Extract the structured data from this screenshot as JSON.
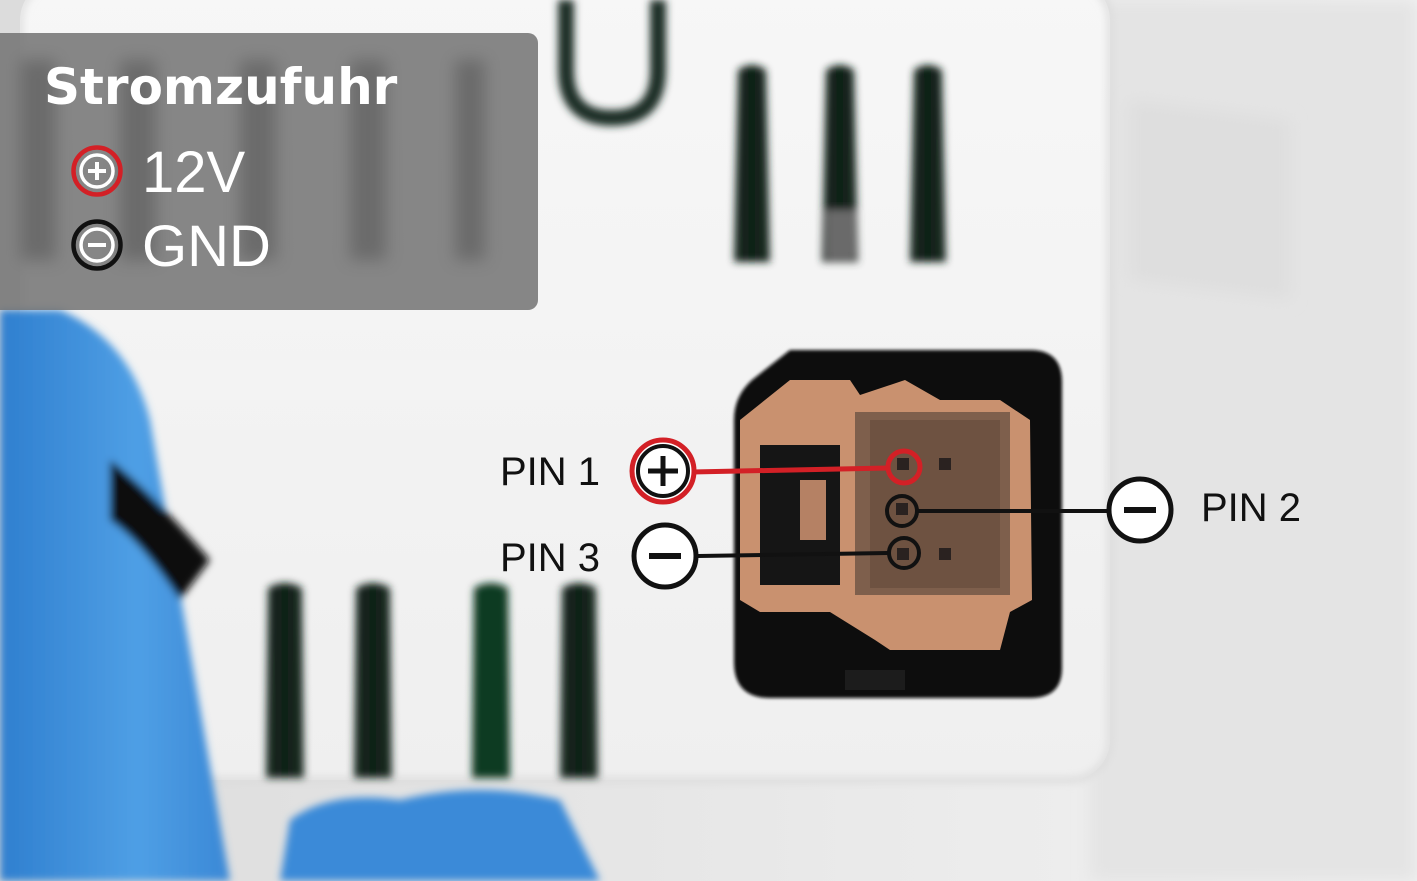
{
  "legend": {
    "title": "Stromzufuhr",
    "items": [
      {
        "symbol": "+",
        "label": "12V",
        "icon": "plus-circle-icon",
        "color": "#d32026"
      },
      {
        "symbol": "−",
        "label": "GND",
        "icon": "minus-circle-icon",
        "color": "#111111"
      }
    ]
  },
  "pins": [
    {
      "label": "PIN 1",
      "symbol": "+",
      "icon": "plus-circle-icon",
      "color": "#d32026"
    },
    {
      "label": "PIN 2",
      "symbol": "−",
      "icon": "minus-circle-icon",
      "color": "#111111"
    },
    {
      "label": "PIN 3",
      "symbol": "−",
      "icon": "minus-circle-icon",
      "color": "#111111"
    }
  ],
  "colors": {
    "positive": "#d32026",
    "negative": "#111111",
    "connector": "#c7906f",
    "housing": "#f4f4f4",
    "cable": "#3f8fd8"
  }
}
